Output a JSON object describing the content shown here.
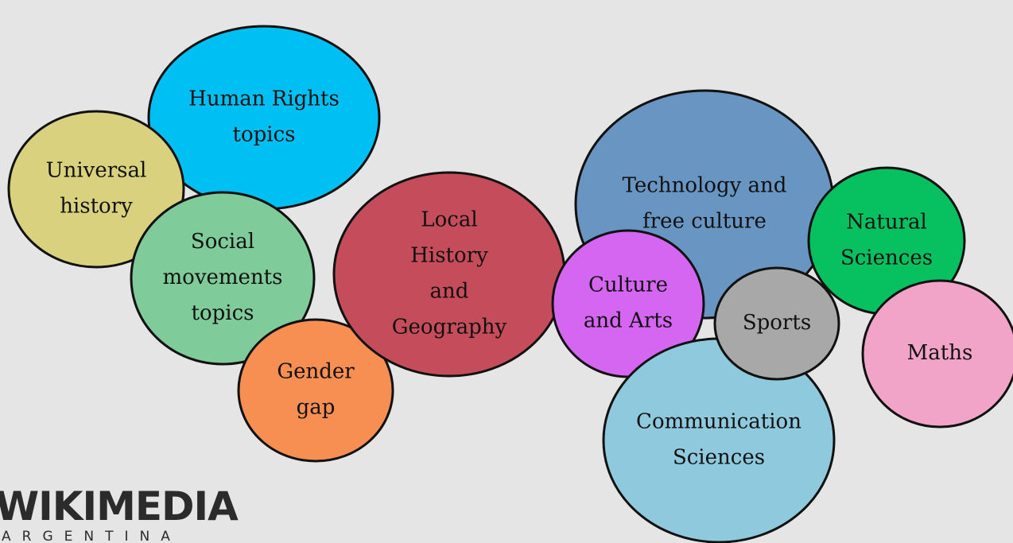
{
  "bubbles": [
    {
      "id": "human-rights",
      "lines": [
        "Human Rights",
        "topics"
      ],
      "color": "#00bff3"
    },
    {
      "id": "universal-history",
      "lines": [
        "Universal",
        "history"
      ],
      "color": "#d9d17e"
    },
    {
      "id": "social-movements",
      "lines": [
        "Social",
        "movements",
        "topics"
      ],
      "color": "#7fcb9a"
    },
    {
      "id": "gender-gap",
      "lines": [
        "Gender",
        "gap"
      ],
      "color": "#f78f53"
    },
    {
      "id": "local-history",
      "lines": [
        "Local",
        "History",
        "and",
        "Geography"
      ],
      "color": "#c54c5b"
    },
    {
      "id": "technology",
      "lines": [
        "Technology and",
        "free culture"
      ],
      "color": "#6895c2"
    },
    {
      "id": "culture-arts",
      "lines": [
        "Culture",
        "and Arts"
      ],
      "color": "#d566f2"
    },
    {
      "id": "communication",
      "lines": [
        "Communication",
        "Sciences"
      ],
      "color": "#8ec9dd"
    },
    {
      "id": "sports",
      "lines": [
        "Sports"
      ],
      "color": "#a8a8a8"
    },
    {
      "id": "natural-sciences",
      "lines": [
        "Natural",
        "Sciences"
      ],
      "color": "#07c060"
    },
    {
      "id": "maths",
      "lines": [
        "Maths"
      ],
      "color": "#f2a4c8"
    }
  ],
  "logo": {
    "name": "WIKIMEDIA",
    "subtitle": "ARGENTINA"
  }
}
